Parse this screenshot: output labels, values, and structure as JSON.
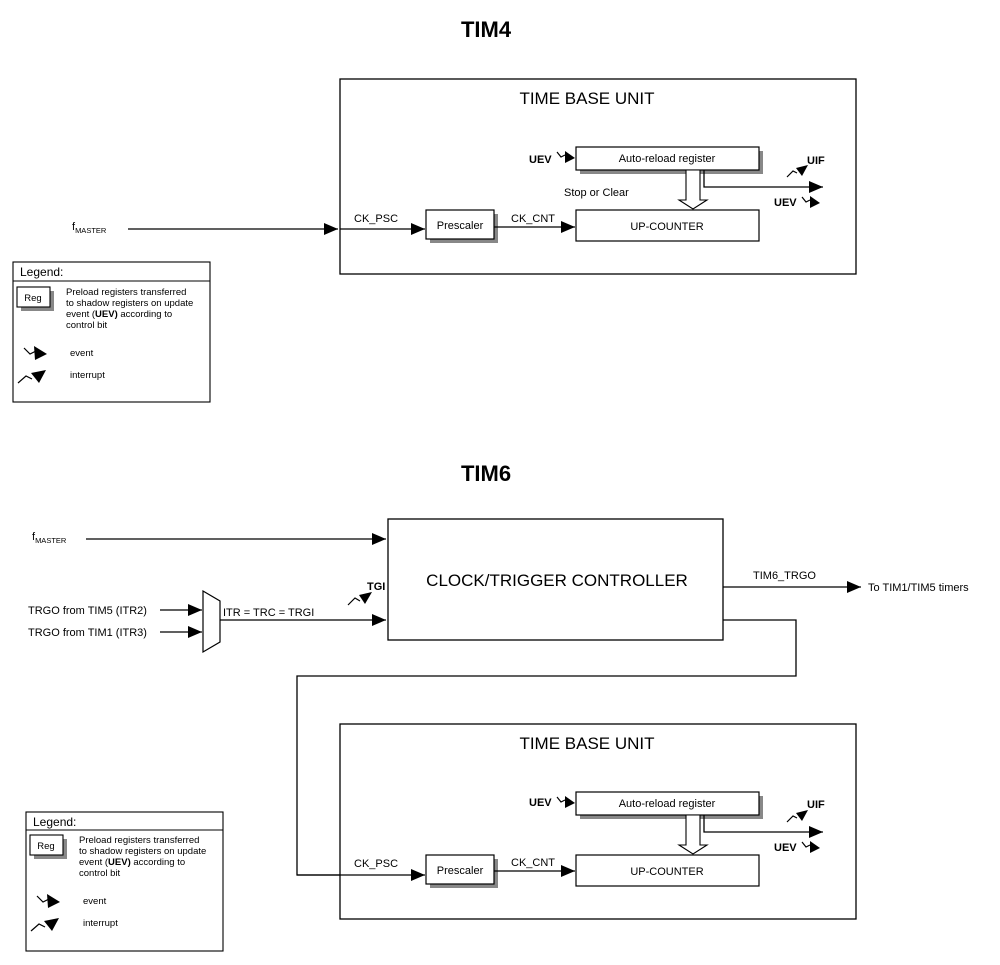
{
  "tim4": {
    "title": "TIM4",
    "time_base_unit": {
      "title": "TIME BASE UNIT",
      "auto_reload": "Auto-reload register",
      "counter": "UP-COUNTER",
      "prescaler": "Prescaler",
      "ck_psc": "CK_PSC",
      "ck_cnt": "CK_CNT",
      "stop_clear": "Stop or Clear",
      "uev_in": "UEV",
      "uif": "UIF",
      "uev_out": "UEV"
    },
    "input": {
      "f": "f",
      "sub": "MASTER"
    },
    "legend": {
      "title": "Legend:",
      "reg": "Reg",
      "desc_lines": [
        "Preload registers transferred",
        "to shadow registers on update"
      ],
      "desc_event_pre": "event (",
      "desc_event_bold": "UEV)",
      "desc_event_post": " according to",
      "desc_last": "control bit",
      "event": "event",
      "interrupt": "interrupt"
    }
  },
  "tim6": {
    "title": "TIM6",
    "controller": "CLOCK/TRIGGER CONTROLLER",
    "input": {
      "f": "f",
      "sub": "MASTER"
    },
    "trgo_tim5": "TRGO from TIM5 (ITR2)",
    "trgo_tim1": "TRGO from TIM1 (ITR3)",
    "itr": "ITR = TRC = TRGI",
    "tgi": "TGI",
    "trgo_out": "TIM6_TRGO",
    "to_timers": "To TIM1/TIM5 timers",
    "time_base_unit": {
      "title": "TIME BASE UNIT",
      "auto_reload": "Auto-reload register",
      "counter": "UP-COUNTER",
      "prescaler": "Prescaler",
      "ck_psc": "CK_PSC",
      "ck_cnt": "CK_CNT",
      "uev_in": "UEV",
      "uif": "UIF",
      "uev_out": "UEV"
    },
    "legend": {
      "title": "Legend:",
      "reg": "Reg",
      "desc_lines": [
        "Preload registers transferred",
        "to shadow registers on update"
      ],
      "desc_event_pre": "event (",
      "desc_event_bold": "UEV)",
      "desc_event_post": " according to",
      "desc_last": "control bit",
      "event": "event",
      "interrupt": "interrupt"
    }
  }
}
